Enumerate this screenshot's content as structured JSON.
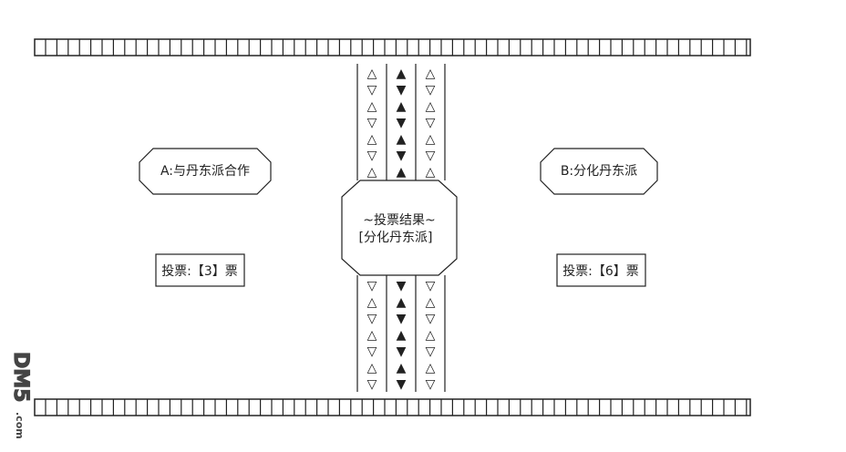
{
  "option_a": {
    "label": "A:与丹东派合作",
    "votes": "投票:【3】票"
  },
  "option_b": {
    "label": "B:分化丹东派",
    "votes": "投票:【6】票"
  },
  "result": {
    "title": "~投票结果~",
    "value": "[分化丹东派]"
  },
  "watermark": {
    "text": "DM5",
    "suffix": ".com"
  },
  "column_glyphs": {
    "upper": [
      [
        "△",
        "▲",
        "△"
      ],
      [
        "▽",
        "▼",
        "▽"
      ],
      [
        "△",
        "▲",
        "△"
      ],
      [
        "▽",
        "▼",
        "▽"
      ],
      [
        "△",
        "▲",
        "△"
      ],
      [
        "▽",
        "▼",
        "▽"
      ],
      [
        "△",
        "▲",
        "△"
      ]
    ],
    "lower": [
      [
        "▽",
        "▼",
        "▽"
      ],
      [
        "△",
        "▲",
        "△"
      ],
      [
        "▽",
        "▼",
        "▽"
      ],
      [
        "△",
        "▲",
        "△"
      ],
      [
        "▽",
        "▼",
        "▽"
      ],
      [
        "△",
        "▲",
        "△"
      ],
      [
        "▽",
        "▼",
        "▽"
      ]
    ]
  }
}
